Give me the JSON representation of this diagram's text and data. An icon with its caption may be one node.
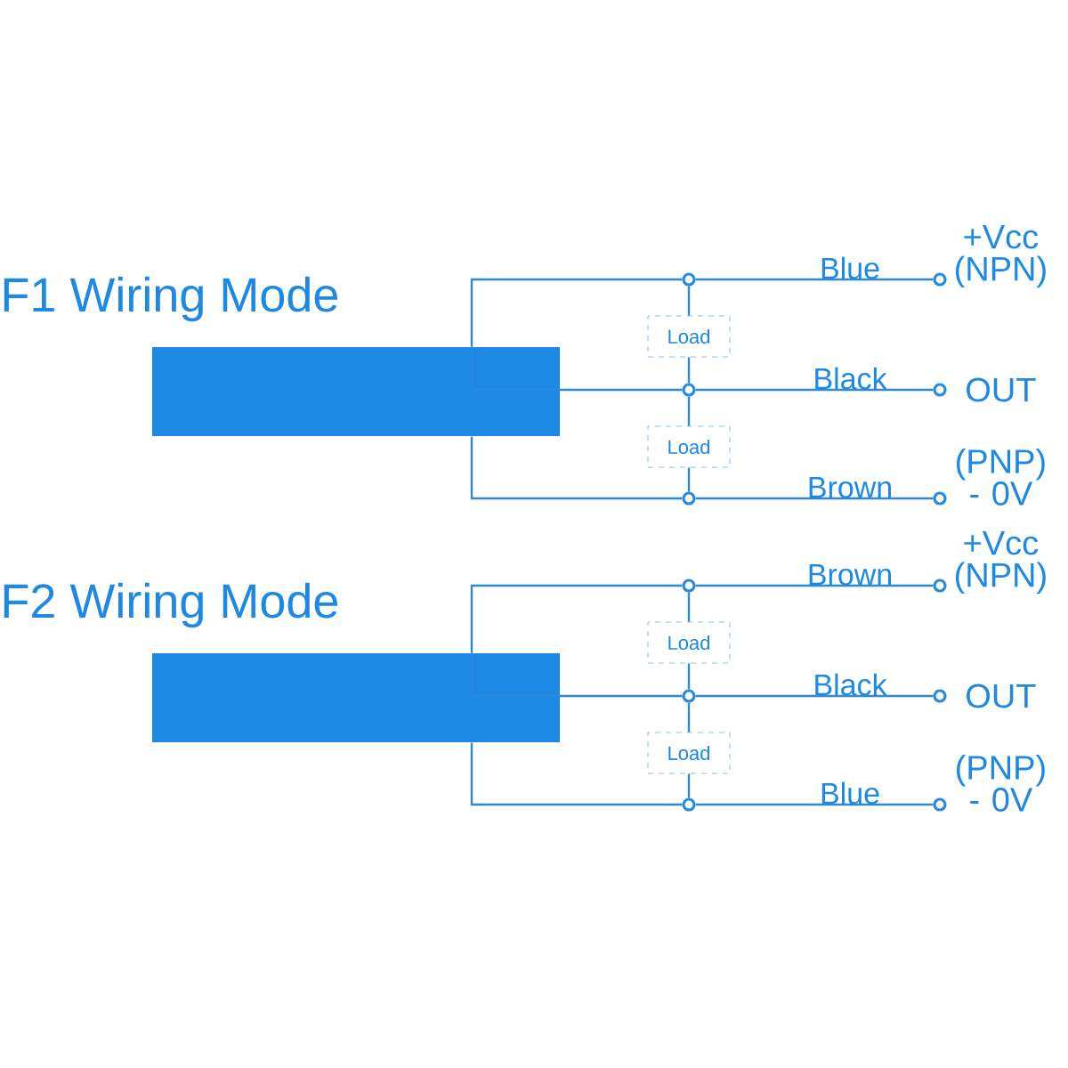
{
  "diagram": {
    "nodes": [
      {
        "text": [],
        "shape": "box"
      },
      {
        "text": [],
        "shape": "circle"
      },
      {
        "text": [],
        "shape": "circle"
      },
      {
        "text": [],
        "shape": "circle"
      },
      {
        "text": [
          "Load"
        ]
      },
      {
        "text": [
          "Load"
        ]
      },
      {
        "text": [],
        "shape": "circle",
        "beside": [
          "+Vcc (NPN)"
        ]
      },
      {
        "text": [],
        "shape": "circle",
        "beside": [
          "OUT"
        ]
      },
      {
        "text": [],
        "shape": "circle",
        "beside": [
          "(PNP) - 0V"
        ]
      },
      {
        "text": [],
        "shape": "box"
      },
      {
        "text": [],
        "shape": "circle"
      },
      {
        "text": [],
        "shape": "circle"
      },
      {
        "text": [],
        "shape": "circle"
      },
      {
        "text": [
          "Load"
        ]
      },
      {
        "text": [
          "Load"
        ]
      },
      {
        "text": [],
        "shape": "circle",
        "beside": [
          "+Vcc (NPN)"
        ]
      },
      {
        "text": [],
        "shape": "circle",
        "beside": [
          "OUT"
        ]
      },
      {
        "text": [],
        "shape": "circle",
        "beside": [
          "(PNP) - 0V"
        ]
      }
    ],
    "edges": [
      {
        "from": 0,
        "to": 1,
        "arrow": "none"
      },
      {
        "from": 1,
        "to": 6,
        "arrow": "none",
        "label": "Blue"
      },
      {
        "from": 0,
        "to": 2,
        "arrow": "none"
      },
      {
        "from": 2,
        "to": 7,
        "arrow": "none",
        "label": "Black"
      },
      {
        "from": 0,
        "to": 3,
        "arrow": "none"
      },
      {
        "from": 3,
        "to": 8,
        "arrow": "none",
        "label": "Brown"
      },
      {
        "from": 1,
        "to": 4,
        "arrow": "none"
      },
      {
        "from": 4,
        "to": 2,
        "arrow": "none"
      },
      {
        "from": 2,
        "to": 5,
        "arrow": "none"
      },
      {
        "from": 5,
        "to": 3,
        "arrow": "none"
      },
      {
        "from": 9,
        "to": 10,
        "arrow": "none"
      },
      {
        "from": 10,
        "to": 15,
        "arrow": "none",
        "label": "Brown"
      },
      {
        "from": 9,
        "to": 11,
        "arrow": "none"
      },
      {
        "from": 11,
        "to": 16,
        "arrow": "none",
        "label": "Black"
      },
      {
        "from": 9,
        "to": 12,
        "arrow": "none"
      },
      {
        "from": 12,
        "to": 17,
        "arrow": "none",
        "label": "Blue"
      },
      {
        "from": 10,
        "to": 13,
        "arrow": "none"
      },
      {
        "from": 13,
        "to": 11,
        "arrow": "none"
      },
      {
        "from": 11,
        "to": 14,
        "arrow": "none"
      },
      {
        "from": 14,
        "to": 12,
        "arrow": "none"
      }
    ],
    "labels": [
      "F1 Wiring Mode",
      "F2 Wiring Mode"
    ]
  }
}
